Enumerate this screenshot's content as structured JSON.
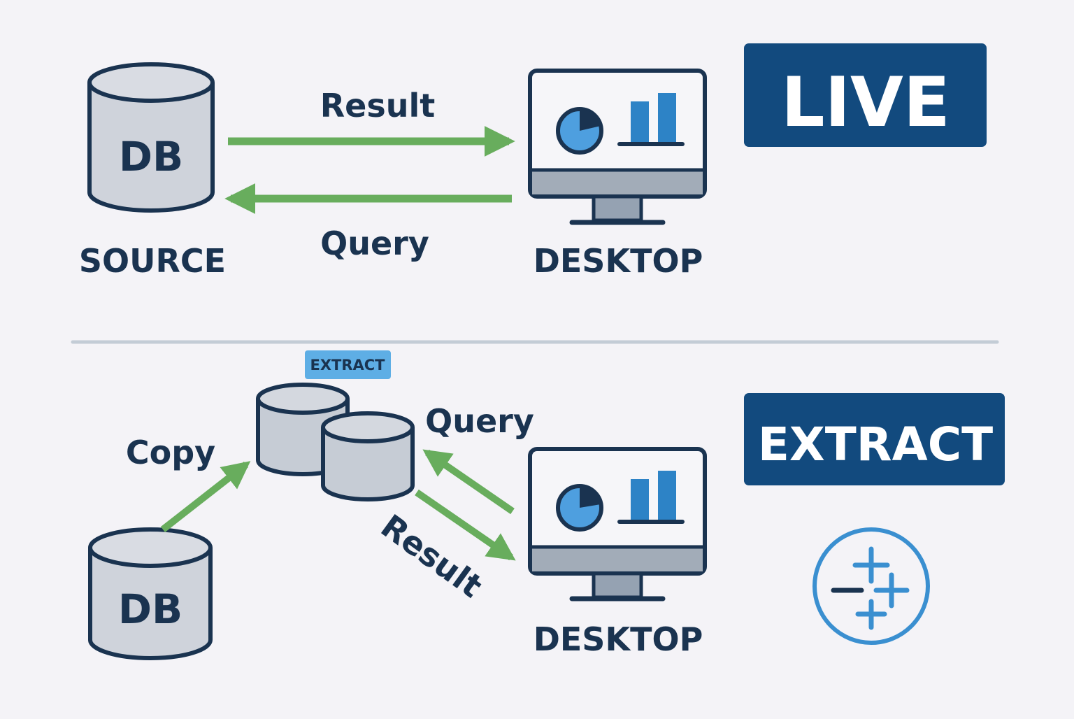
{
  "live": {
    "badge": "LIVE",
    "db_label": "DB",
    "source_caption": "SOURCE",
    "arrow_result": "Result",
    "arrow_query": "Query",
    "desktop_caption": "DESKTOP"
  },
  "extract": {
    "badge": "EXTRACT",
    "tag": "EXTRACT",
    "db_label": "DB",
    "arrow_copy": "Copy",
    "arrow_query": "Query",
    "arrow_result": "Result",
    "desktop_caption": "DESKTOP"
  },
  "icons": {
    "database": "database-icon",
    "desktop": "desktop-monitor-icon",
    "tableau": "tableau-logo-icon"
  },
  "colors": {
    "background": "#f4f3f7",
    "navy": "#1a3350",
    "badge_blue": "#124a7e",
    "arrow_green": "#68ad5d",
    "cylinder_fill": "#cfd3db",
    "accent_blue": "#3a8fd0",
    "divider": "#c3ccd6"
  }
}
